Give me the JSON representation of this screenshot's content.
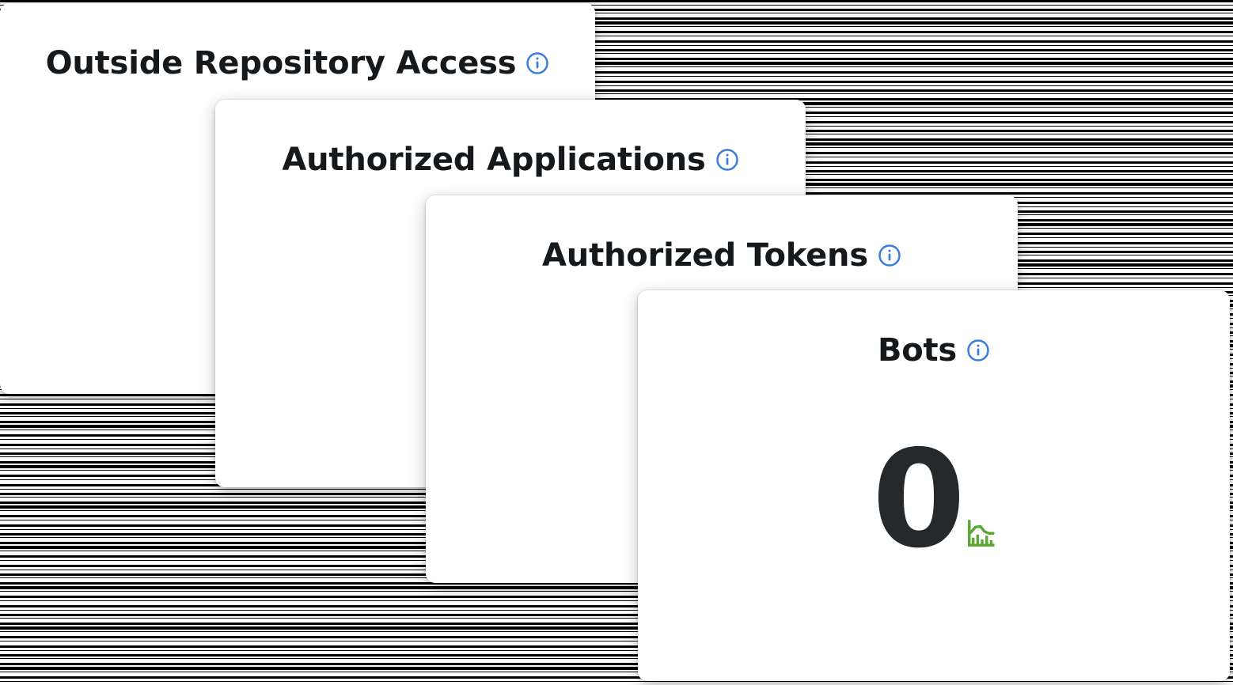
{
  "background": {
    "style": "horizontal-scanline-stripes",
    "colors": [
      "#000000",
      "#ffffff"
    ]
  },
  "theme": {
    "card_background": "#ffffff",
    "title_color": "#16191c",
    "value_color": "#26292b",
    "info_icon_color": "#3b7ddd",
    "sparkline_color": "#5aa832"
  },
  "cards": [
    {
      "id": "outside-repository-access",
      "title": "Outside Repository Access",
      "info_icon": "info-circle-icon",
      "value": null,
      "sparkline_icon": null
    },
    {
      "id": "authorized-applications",
      "title": "Authorized Applications",
      "info_icon": "info-circle-icon",
      "value": null,
      "sparkline_icon": null
    },
    {
      "id": "authorized-tokens",
      "title": "Authorized Tokens",
      "info_icon": "info-circle-icon",
      "value": null,
      "sparkline_icon": null
    },
    {
      "id": "bots",
      "title": "Bots",
      "info_icon": "info-circle-icon",
      "value": "0",
      "sparkline_icon": "chart-sparkline-icon"
    }
  ]
}
